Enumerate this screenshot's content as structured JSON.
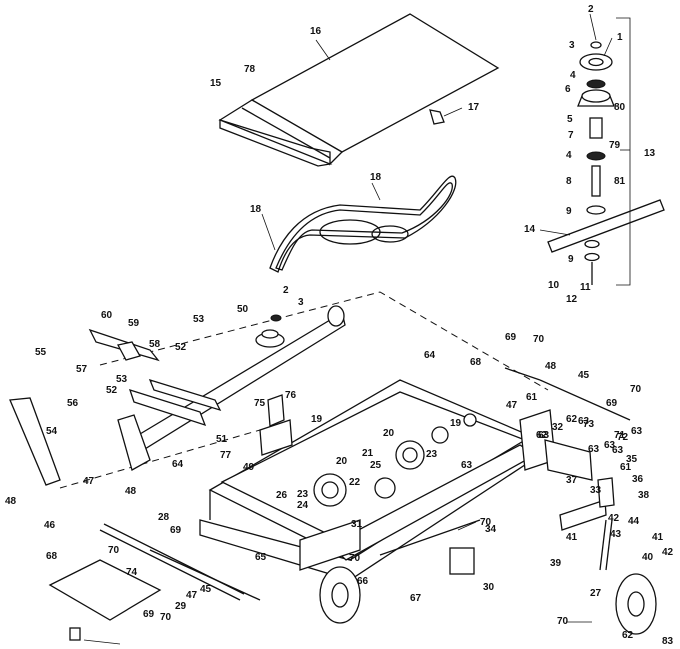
{
  "callouts": [
    {
      "id": "c2a",
      "text": "2"
    },
    {
      "id": "c3a",
      "text": "3"
    },
    {
      "id": "c1",
      "text": "1"
    },
    {
      "id": "c4a",
      "text": "4"
    },
    {
      "id": "c6",
      "text": "6"
    },
    {
      "id": "c5",
      "text": "5"
    },
    {
      "id": "c80",
      "text": "80"
    },
    {
      "id": "c7",
      "text": "7"
    },
    {
      "id": "c79",
      "text": "79"
    },
    {
      "id": "c4b",
      "text": "4"
    },
    {
      "id": "c13",
      "text": "13"
    },
    {
      "id": "c8",
      "text": "8"
    },
    {
      "id": "c81",
      "text": "81"
    },
    {
      "id": "c9a",
      "text": "9"
    },
    {
      "id": "c14",
      "text": "14"
    },
    {
      "id": "c9b",
      "text": "9"
    },
    {
      "id": "c10",
      "text": "10"
    },
    {
      "id": "c11",
      "text": "11"
    },
    {
      "id": "c12",
      "text": "12"
    },
    {
      "id": "c16",
      "text": "16"
    },
    {
      "id": "c78",
      "text": "78"
    },
    {
      "id": "c15",
      "text": "15"
    },
    {
      "id": "c17",
      "text": "17"
    },
    {
      "id": "c18a",
      "text": "18"
    },
    {
      "id": "c18b",
      "text": "18"
    },
    {
      "id": "c2b",
      "text": "2"
    },
    {
      "id": "c3b",
      "text": "3"
    },
    {
      "id": "c50",
      "text": "50"
    },
    {
      "id": "c53a",
      "text": "53"
    },
    {
      "id": "c60",
      "text": "60"
    },
    {
      "id": "c59a",
      "text": "59"
    },
    {
      "id": "c58",
      "text": "58"
    },
    {
      "id": "c52a",
      "text": "52"
    },
    {
      "id": "c55",
      "text": "55"
    },
    {
      "id": "c57",
      "text": "57"
    },
    {
      "id": "c53b",
      "text": "53"
    },
    {
      "id": "c56",
      "text": "56"
    },
    {
      "id": "c52b",
      "text": "52"
    },
    {
      "id": "c54",
      "text": "54"
    },
    {
      "id": "c76",
      "text": "76"
    },
    {
      "id": "c75",
      "text": "75"
    },
    {
      "id": "c51",
      "text": "51"
    },
    {
      "id": "c49",
      "text": "49"
    },
    {
      "id": "c64a",
      "text": "64"
    },
    {
      "id": "c64b",
      "text": "64"
    },
    {
      "id": "c19a",
      "text": "19"
    },
    {
      "id": "c19b",
      "text": "19"
    },
    {
      "id": "c77",
      "text": "77"
    },
    {
      "id": "c20a",
      "text": "20"
    },
    {
      "id": "c21",
      "text": "21"
    },
    {
      "id": "c23a",
      "text": "23"
    },
    {
      "id": "c20b",
      "text": "20"
    },
    {
      "id": "c25",
      "text": "25"
    },
    {
      "id": "c22",
      "text": "22"
    },
    {
      "id": "c23b",
      "text": "23"
    },
    {
      "id": "c24",
      "text": "24"
    },
    {
      "id": "c26",
      "text": "26"
    },
    {
      "id": "c63a",
      "text": "63"
    },
    {
      "id": "c31",
      "text": "31"
    },
    {
      "id": "c68a",
      "text": "68"
    },
    {
      "id": "c69a",
      "text": "69"
    },
    {
      "id": "c70a",
      "text": "70"
    },
    {
      "id": "c48a",
      "text": "48"
    },
    {
      "id": "c47a",
      "text": "47"
    },
    {
      "id": "c45a",
      "text": "45"
    },
    {
      "id": "c61a",
      "text": "61"
    },
    {
      "id": "c62a",
      "text": "62"
    },
    {
      "id": "c63b",
      "text": "63"
    },
    {
      "id": "c69b",
      "text": "69"
    },
    {
      "id": "c70b",
      "text": "70"
    },
    {
      "id": "c32",
      "text": "32"
    },
    {
      "id": "c63c",
      "text": "63"
    },
    {
      "id": "c73",
      "text": "73"
    },
    {
      "id": "c62b",
      "text": "62"
    },
    {
      "id": "c63d",
      "text": "63"
    },
    {
      "id": "c72",
      "text": "72"
    },
    {
      "id": "c63e",
      "text": "63"
    },
    {
      "id": "c71",
      "text": "71"
    },
    {
      "id": "c61b",
      "text": "61"
    },
    {
      "id": "c63f",
      "text": "63"
    },
    {
      "id": "c63g",
      "text": "63"
    },
    {
      "id": "c35",
      "text": "35"
    },
    {
      "id": "c36",
      "text": "36"
    },
    {
      "id": "c37",
      "text": "37"
    },
    {
      "id": "c33",
      "text": "33"
    },
    {
      "id": "c38",
      "text": "38"
    },
    {
      "id": "c44",
      "text": "44"
    },
    {
      "id": "c42a",
      "text": "42"
    },
    {
      "id": "c41a",
      "text": "41"
    },
    {
      "id": "c43",
      "text": "43"
    },
    {
      "id": "c41b",
      "text": "41"
    },
    {
      "id": "c42b",
      "text": "42"
    },
    {
      "id": "c40",
      "text": "40"
    },
    {
      "id": "c39",
      "text": "39"
    },
    {
      "id": "c27",
      "text": "27"
    },
    {
      "id": "c70c",
      "text": "70"
    },
    {
      "id": "c62c",
      "text": "62"
    },
    {
      "id": "c83",
      "text": "83"
    },
    {
      "id": "c70d",
      "text": "70"
    },
    {
      "id": "c34",
      "text": "34"
    },
    {
      "id": "c30",
      "text": "30"
    },
    {
      "id": "c67",
      "text": "67"
    },
    {
      "id": "c66",
      "text": "66"
    },
    {
      "id": "c70e",
      "text": "70"
    },
    {
      "id": "c65",
      "text": "65"
    },
    {
      "id": "c47b",
      "text": "47"
    },
    {
      "id": "c48b",
      "text": "48"
    },
    {
      "id": "c46",
      "text": "46"
    },
    {
      "id": "c48c",
      "text": "48"
    },
    {
      "id": "c28",
      "text": "28"
    },
    {
      "id": "c69c",
      "text": "69"
    },
    {
      "id": "c70f",
      "text": "70"
    },
    {
      "id": "c74",
      "text": "74"
    },
    {
      "id": "c68b",
      "text": "68"
    },
    {
      "id": "c47c",
      "text": "47"
    },
    {
      "id": "c45b",
      "text": "45"
    },
    {
      "id": "c69d",
      "text": "69"
    },
    {
      "id": "c70g",
      "text": "70"
    },
    {
      "id": "c29",
      "text": "29"
    }
  ]
}
